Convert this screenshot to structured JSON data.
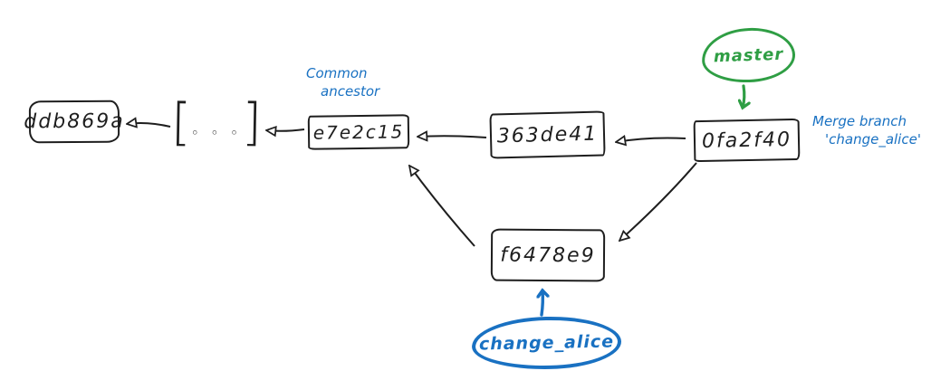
{
  "diagram": {
    "kind": "hand-drawn git commit graph with merge",
    "colors": {
      "ink": "#1e1e1e",
      "master_green": "#2f9e44",
      "annotation_blue": "#1971c2",
      "background": "#ffffff"
    },
    "nodes": {
      "ddb869a": {
        "label": "ddb869a"
      },
      "ellipsis": {
        "open": "[",
        "dots": "◦ ◦ ◦",
        "close": "]"
      },
      "e7e2c15": {
        "label": "e7e2c15"
      },
      "n363de41": {
        "label": "363de41"
      },
      "n0fa2f40": {
        "label": "0fa2f40"
      },
      "f6478e9": {
        "label": "f6478e9"
      }
    },
    "branches": {
      "master": {
        "label": "master",
        "color": "#2f9e44",
        "points_to": "0fa2f40"
      },
      "change_alice": {
        "label": "change_alice",
        "color": "#1971c2",
        "points_to": "f6478e9"
      }
    },
    "annotations": {
      "common_ancestor": {
        "line1": "Common",
        "line2": "ancestor",
        "attached_to": "e7e2c15"
      },
      "merge_note": {
        "line1": "Merge branch",
        "line2": "'change_alice'",
        "attached_to": "0fa2f40"
      }
    },
    "edges": [
      {
        "from": "ellipsis",
        "to": "ddb869a"
      },
      {
        "from": "e7e2c15",
        "to": "ellipsis"
      },
      {
        "from": "363de41",
        "to": "e7e2c15"
      },
      {
        "from": "0fa2f40",
        "to": "363de41"
      },
      {
        "from": "f6478e9",
        "to": "e7e2c15"
      },
      {
        "from": "0fa2f40",
        "to": "f6478e9"
      },
      {
        "from": "master",
        "to": "0fa2f40",
        "type": "branch-pointer"
      },
      {
        "from": "change_alice",
        "to": "f6478e9",
        "type": "branch-pointer"
      }
    ]
  }
}
